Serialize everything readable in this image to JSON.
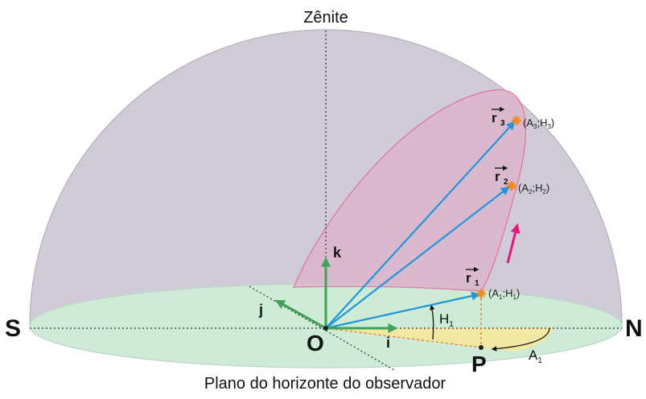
{
  "labels": {
    "zenith": "Zênite",
    "south": "S",
    "north": "N",
    "origin": "O",
    "foot_point": "P",
    "plane_caption": "Plano do horizonte do observador",
    "unit_i": "i",
    "unit_j": "j",
    "unit_k": "k",
    "altitude": "H",
    "altitude_sub": "1",
    "azimuth": "A",
    "azimuth_sub": "1"
  },
  "vectors": [
    {
      "name": "r",
      "sub": "1",
      "coords": "(A",
      "c1": "1",
      "mid": ";H",
      "c2": "1",
      "end": ")"
    },
    {
      "name": "r",
      "sub": "2",
      "coords": "(A",
      "c1": "2",
      "mid": ";H",
      "c2": "2",
      "end": ")"
    },
    {
      "name": "r",
      "sub": "3",
      "coords": "(A",
      "c1": "3",
      "mid": ";H",
      "c2": "3",
      "end": ")"
    }
  ],
  "colors": {
    "dome": "#cfcbd8",
    "horizon_plane": "#cdebd5",
    "orbit_plane": "#e4aac6",
    "orbit_edge": "#e07aab",
    "position_vectors": "#2196d9",
    "unit_vectors": "#3fa15a",
    "star_marker": "#f28a1e",
    "motion_arrow": "#e8167f",
    "azimuth_region": "#f6e79a"
  }
}
